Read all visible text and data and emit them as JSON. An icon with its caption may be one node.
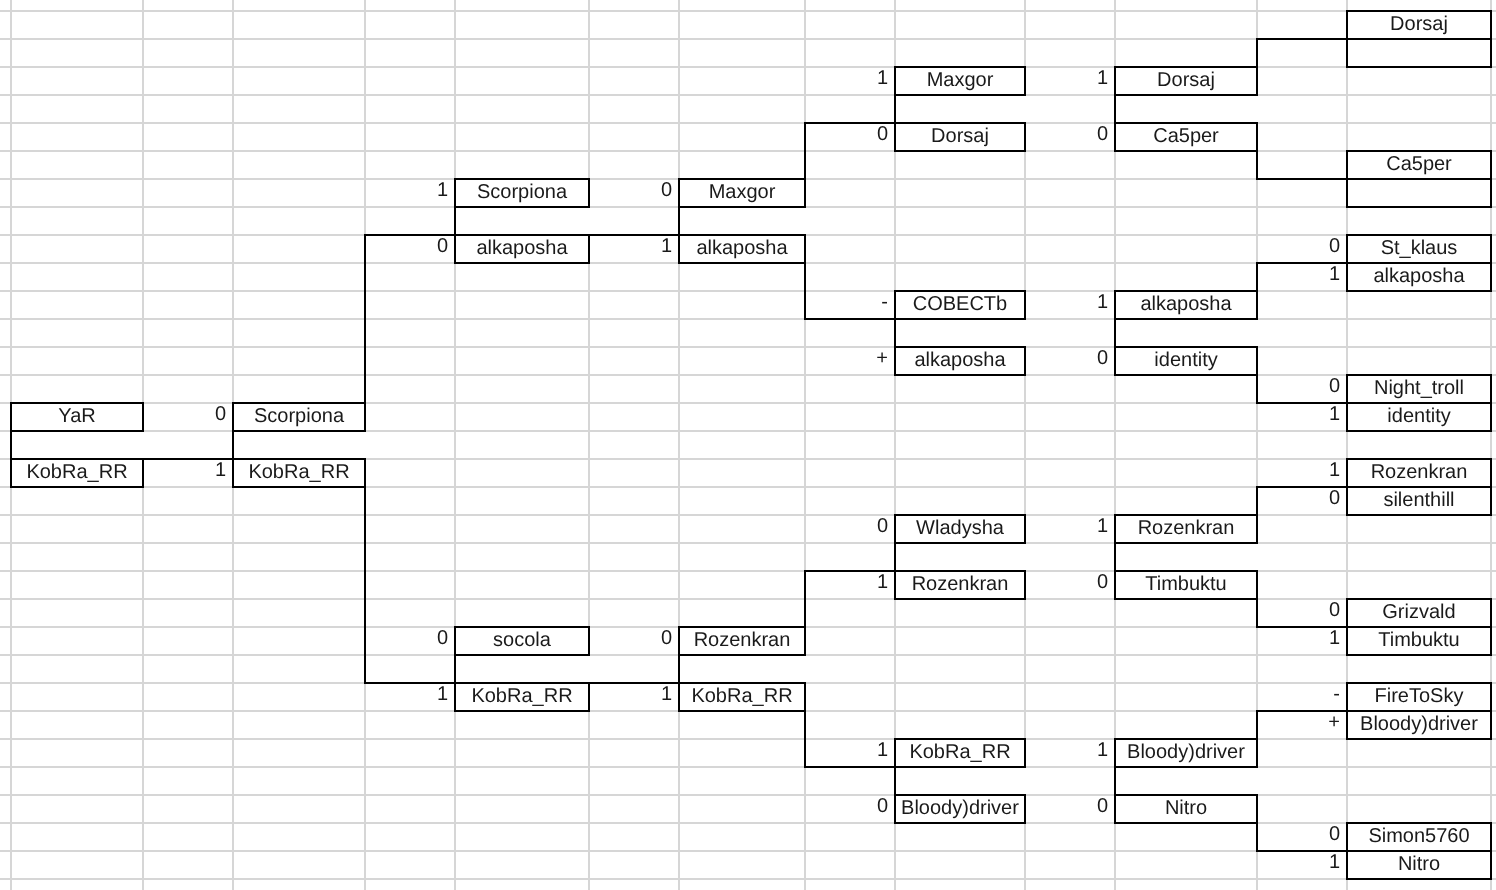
{
  "diagram": {
    "nodes": [
      {
        "text": [
          "YaR",
          "KobRa_RR"
        ]
      },
      {
        "text": [
          "Scorpiona",
          "KobRa_RR"
        ],
        "beside": [
          "0",
          "1"
        ]
      },
      {
        "text": [
          "Scorpiona",
          "alkaposha"
        ],
        "beside": [
          "1",
          "0"
        ]
      },
      {
        "text": [
          "socola",
          "KobRa_RR"
        ],
        "beside": [
          "0",
          "1"
        ]
      },
      {
        "text": [
          "Maxgor",
          "alkaposha"
        ],
        "beside": [
          "0",
          "1"
        ]
      },
      {
        "text": [
          "Rozenkran",
          "KobRa_RR"
        ],
        "beside": [
          "0",
          "1"
        ]
      },
      {
        "text": [
          "Maxgor",
          "Dorsaj"
        ],
        "beside": [
          "1",
          "0"
        ]
      },
      {
        "text": [
          "COBECTb",
          "alkaposha"
        ],
        "beside": [
          "-",
          "+"
        ]
      },
      {
        "text": [
          "Wladysha",
          "Rozenkran"
        ],
        "beside": [
          "0",
          "1"
        ]
      },
      {
        "text": [
          "KobRa_RR",
          "Bloody)driver"
        ],
        "beside": [
          "1",
          "0"
        ]
      },
      {
        "text": [
          "Dorsaj",
          "Ca5per"
        ],
        "beside": [
          "1",
          "0"
        ]
      },
      {
        "text": [
          "alkaposha",
          "identity"
        ],
        "beside": [
          "1",
          "0"
        ]
      },
      {
        "text": [
          "Rozenkran",
          "Timbuktu"
        ],
        "beside": [
          "1",
          "0"
        ]
      },
      {
        "text": [
          "Bloody)driver",
          "Nitro"
        ],
        "beside": [
          "1",
          "0"
        ]
      },
      {
        "text": [
          "Dorsaj"
        ]
      },
      {
        "text": [
          "Ca5per"
        ]
      },
      {
        "text": [
          "St_klaus",
          "alkaposha"
        ],
        "beside": [
          "0",
          "1"
        ]
      },
      {
        "text": [
          "Night_troll",
          "identity"
        ],
        "beside": [
          "0",
          "1"
        ]
      },
      {
        "text": [
          "Rozenkran",
          "silenthill"
        ],
        "beside": [
          "1",
          "0"
        ]
      },
      {
        "text": [
          "Grizvald",
          "Timbuktu"
        ],
        "beside": [
          "0",
          "1"
        ]
      },
      {
        "text": [
          "FireToSky",
          "Bloody)driver"
        ],
        "beside": [
          "-",
          "+"
        ]
      },
      {
        "text": [
          "Simon5760",
          "Nitro"
        ],
        "beside": [
          "0",
          "1"
        ]
      }
    ],
    "edges": [
      {
        "from": 1,
        "to": 0,
        "arrow": "none"
      },
      {
        "from": 2,
        "to": 1,
        "arrow": "none"
      },
      {
        "from": 3,
        "to": 1,
        "arrow": "none"
      },
      {
        "from": 4,
        "to": 2,
        "arrow": "none"
      },
      {
        "from": 5,
        "to": 3,
        "arrow": "none"
      },
      {
        "from": 6,
        "to": 4,
        "arrow": "none"
      },
      {
        "from": 7,
        "to": 4,
        "arrow": "none"
      },
      {
        "from": 8,
        "to": 5,
        "arrow": "none"
      },
      {
        "from": 9,
        "to": 5,
        "arrow": "none"
      },
      {
        "from": 14,
        "to": 10,
        "arrow": "none"
      },
      {
        "from": 15,
        "to": 10,
        "arrow": "none"
      },
      {
        "from": 16,
        "to": 11,
        "arrow": "none"
      },
      {
        "from": 17,
        "to": 11,
        "arrow": "none"
      },
      {
        "from": 18,
        "to": 12,
        "arrow": "none"
      },
      {
        "from": 19,
        "to": 12,
        "arrow": "none"
      },
      {
        "from": 20,
        "to": 13,
        "arrow": "none"
      },
      {
        "from": 21,
        "to": 13,
        "arrow": "none"
      }
    ]
  }
}
